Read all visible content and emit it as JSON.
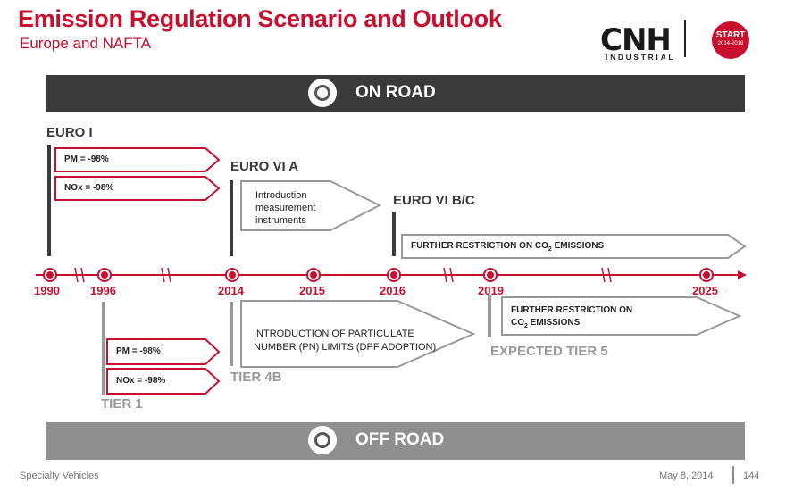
{
  "header": {
    "title": "Emission Regulation Scenario and Outlook",
    "subtitle": "Europe and NAFTA",
    "logo_main": "CNH",
    "logo_sub": "INDUSTRIAL",
    "badge_line1": "START",
    "badge_line2": "2014-2018"
  },
  "on_road": {
    "band_label": "ON ROAD",
    "euro_i": {
      "label": "EURO I",
      "pm": "PM  = -98%",
      "nox": "NOx = -98%"
    },
    "euro_vi_a": {
      "label": "EURO VI A",
      "line1": "Introduction",
      "line2": "measurement",
      "line3": "instruments"
    },
    "euro_vi_bc": {
      "label": "EURO VI B/C",
      "restriction_prefix": "FURTHER RESTRICTION ON CO",
      "restriction_sub": "2",
      "restriction_suffix": " EMISSIONS"
    }
  },
  "timeline": {
    "years": [
      "1990",
      "1996",
      "2014",
      "2015",
      "2016",
      "2019",
      "2025"
    ]
  },
  "off_road": {
    "band_label": "OFF ROAD",
    "tier1": {
      "label": "TIER 1",
      "pm": "PM  = -98%",
      "nox": "NOx = -98%"
    },
    "tier4b": {
      "label": "TIER 4B",
      "line1": "INTRODUCTION OF PARTICULATE",
      "line2": "NUMBER (PN) LIMITS (DPF ADOPTION)"
    },
    "tier5": {
      "label": "EXPECTED TIER 5",
      "line1": "FURTHER RESTRICTION ON",
      "line2_prefix": "CO",
      "line2_sub": "2",
      "line2_suffix": " EMISSIONS"
    }
  },
  "footer": {
    "left": "Specialty Vehicles",
    "date": "May 8, 2014",
    "page": "144"
  },
  "colors": {
    "brand_red": "#c8102e",
    "dark_gray": "#3a3a3a",
    "light_gray": "#8f8f8f"
  },
  "icons": {
    "on_road": "wheel-icon",
    "off_road": "gear-tire-icon"
  }
}
